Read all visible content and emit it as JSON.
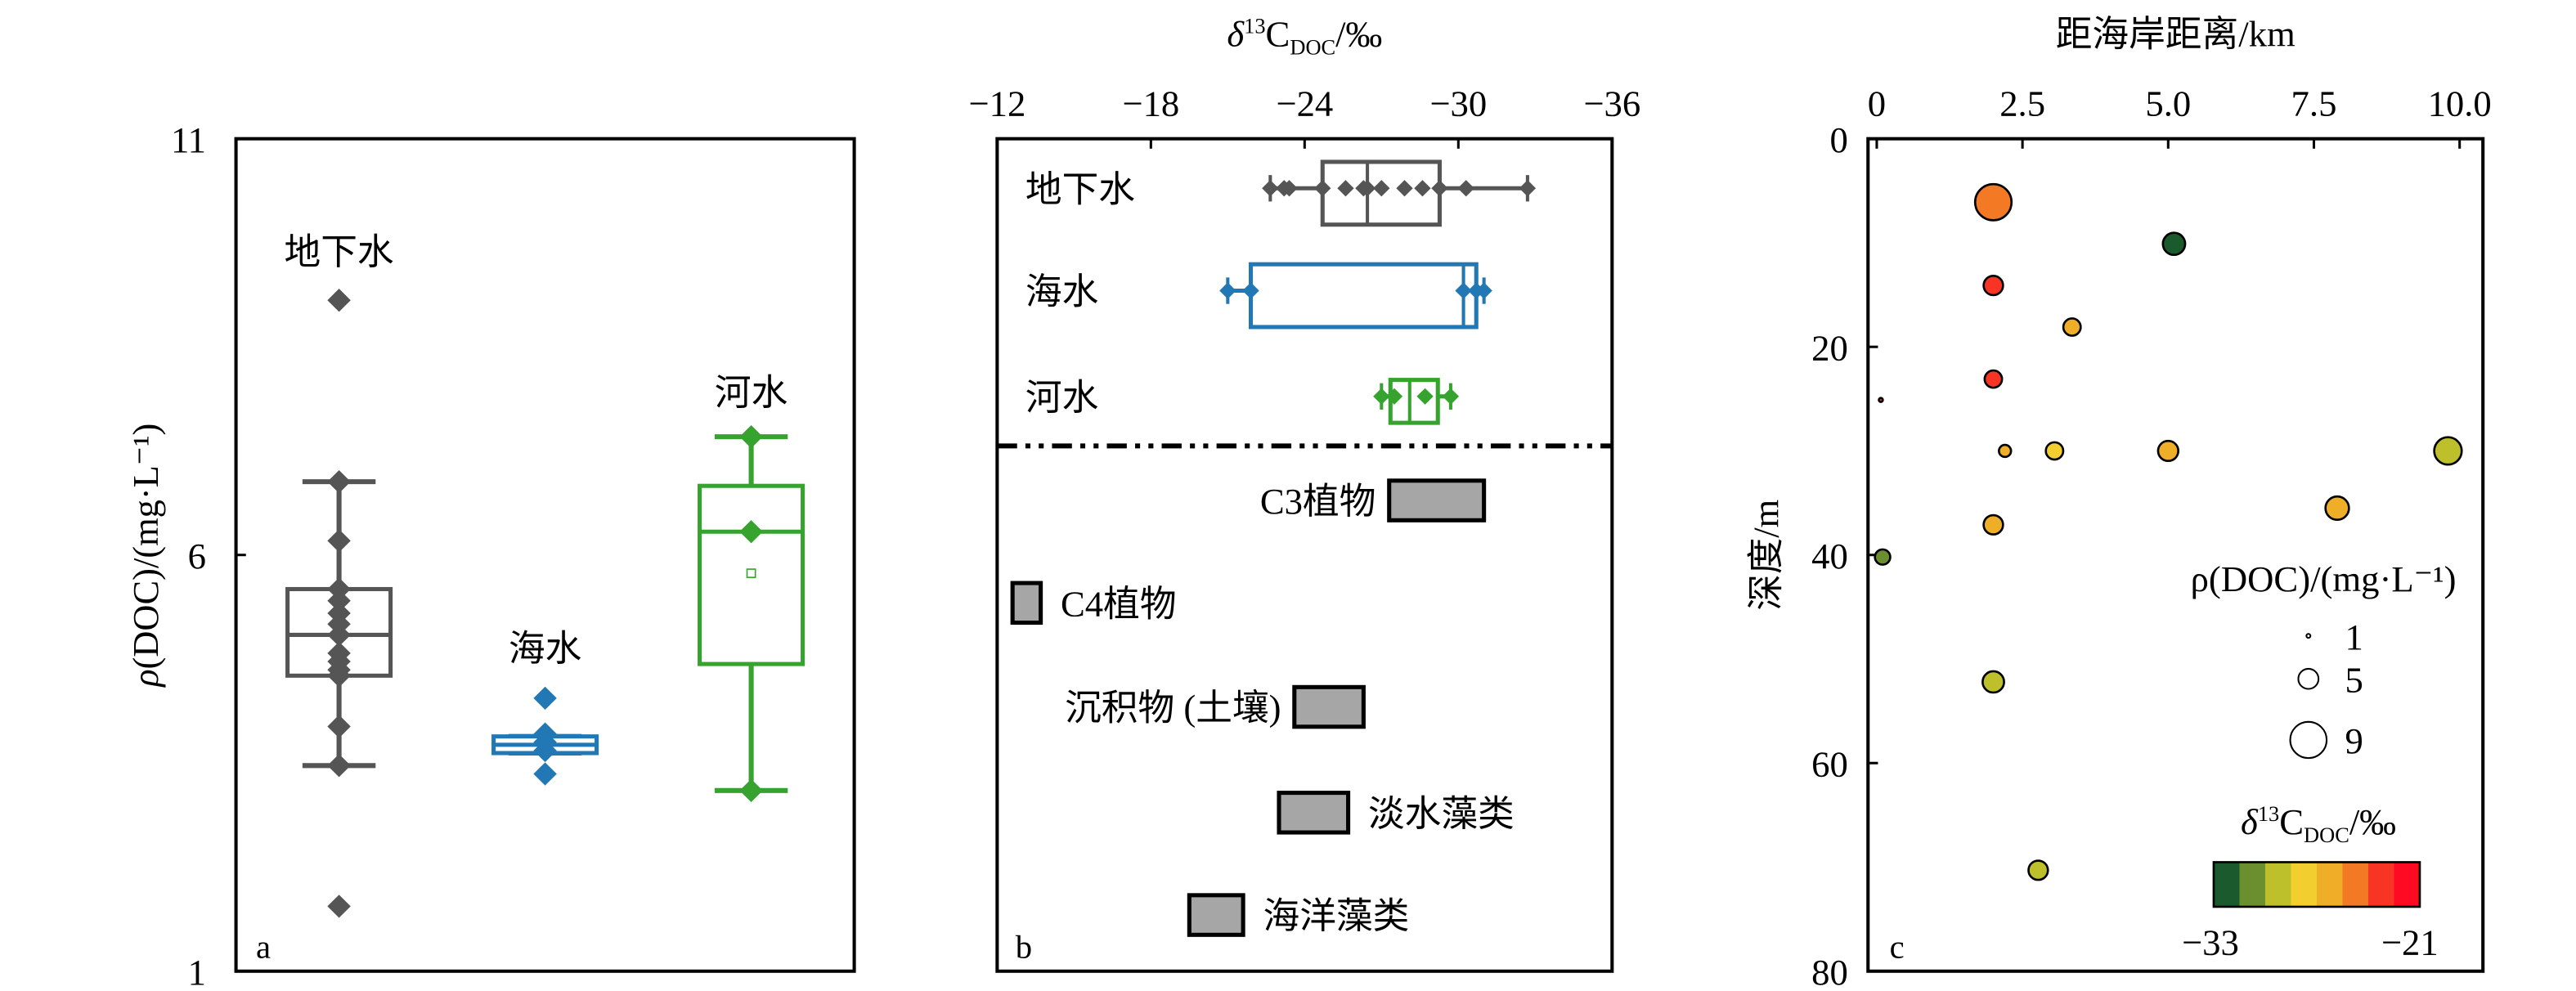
{
  "figure": {
    "panel_letters": [
      "a",
      "b",
      "c"
    ]
  },
  "chart_data": [
    {
      "type": "box",
      "panel": "a",
      "title": "",
      "xlabel": "",
      "ylabel": "ρ(DOC)/(mg·L⁻¹)",
      "ylim": [
        1,
        11
      ],
      "yticks": [
        1,
        6,
        11
      ],
      "ytick_labels": [
        "1",
        "6",
        "11"
      ],
      "groups": [
        {
          "name": "地下水",
          "color": "#555555",
          "whisker_low": 3.47,
          "q1": 4.55,
          "median": 5.04,
          "q3": 5.59,
          "whisker_high": 6.88,
          "points": [
            9.06,
            6.88,
            6.17,
            5.59,
            5.45,
            5.3,
            5.17,
            5.04,
            4.82,
            4.72,
            4.62,
            4.55,
            3.94,
            3.47,
            1.78
          ]
        },
        {
          "name": "海水",
          "color": "#2178B4",
          "whisker_low": 3.62,
          "q1": 3.62,
          "median": 3.72,
          "q3": 3.82,
          "whisker_high": 3.82,
          "points": [
            4.28,
            3.85,
            3.75,
            3.65,
            3.37
          ]
        },
        {
          "name": "河水",
          "color": "#36A32E",
          "whisker_low": 3.17,
          "q1": 4.69,
          "median": 6.28,
          "q3": 6.83,
          "whisker_high": 7.42,
          "mean": 5.78,
          "points": [
            7.42,
            6.28,
            3.17
          ]
        }
      ]
    },
    {
      "type": "box",
      "panel": "b",
      "orientation": "horizontal",
      "xlabel": "δ13C_DOC/‰",
      "xlim": [
        -12,
        -36
      ],
      "xticks": [
        -12,
        -18,
        -24,
        -30,
        -36
      ],
      "xtick_labels": [
        "−12",
        "−18",
        "−24",
        "−30",
        "−36"
      ],
      "groups": [
        {
          "name": "地下水",
          "color": "#555555",
          "whisker_low": -22.66,
          "q1": -24.7,
          "median": -26.45,
          "q3": -29.27,
          "whisker_high": -32.7,
          "points": [
            -22.66,
            -23.2,
            -23.4,
            -24.7,
            -25.6,
            -26.3,
            -26.45,
            -27.0,
            -27.9,
            -28.6,
            -29.27,
            -30.3,
            -32.7
          ]
        },
        {
          "name": "海水",
          "color": "#2178B4",
          "whisker_low": -21.0,
          "q1": -21.9,
          "median": -30.2,
          "q3": -30.7,
          "whisker_high": -31.0,
          "points": [
            -21.0,
            -21.9,
            -30.2,
            -30.7,
            -31.0
          ]
        },
        {
          "name": "河水",
          "color": "#36A32E",
          "whisker_low": -27.0,
          "q1": -27.35,
          "median": -28.1,
          "q3": -29.2,
          "whisker_high": -29.7,
          "points": [
            -27.0,
            -27.5,
            -28.7,
            -29.7
          ]
        }
      ],
      "source_ranges": [
        {
          "name": "C3植物",
          "min": -27.3,
          "max": -31.0,
          "label_side": "left"
        },
        {
          "name": "C4植物",
          "min": -12.6,
          "max": -13.7,
          "label_side": "right"
        },
        {
          "name": "沉积物 (土壤)",
          "min": -23.6,
          "max": -26.3,
          "label_side": "left"
        },
        {
          "name": "淡水藻类",
          "min": -23.0,
          "max": -25.7,
          "label_side": "right"
        },
        {
          "name": "海洋藻类",
          "min": -19.5,
          "max": -21.6,
          "label_side": "right"
        }
      ],
      "source_fill": "#A6A6A6"
    },
    {
      "type": "scatter",
      "panel": "c",
      "xlabel": "距海岸距离/km",
      "ylabel": "深度/m",
      "xlim": [
        -0.15,
        10.4
      ],
      "ylim": [
        0,
        80
      ],
      "xticks": [
        0,
        2.5,
        5.0,
        7.5,
        10.0
      ],
      "xtick_labels": [
        "0",
        "2.5",
        "5.0",
        "7.5",
        "10.0"
      ],
      "yticks": [
        0,
        20,
        40,
        60,
        80
      ],
      "ytick_labels": [
        "0",
        "20",
        "40",
        "60",
        "80"
      ],
      "size_legend": {
        "title": "ρ(DOC)/(mg·L⁻¹)",
        "values": [
          1,
          5,
          9
        ],
        "labels": [
          "1",
          "5",
          "9"
        ]
      },
      "color_legend": {
        "title": "δ13C_DOC/‰",
        "min": -33,
        "max": -21,
        "min_label": "−33",
        "max_label": "−21",
        "colors": [
          "#1A5A2C",
          "#6B8E2E",
          "#BDBF2B",
          "#F2CF2E",
          "#EEAE27",
          "#F47924",
          "#F83424",
          "#FF0A22"
        ]
      },
      "points": [
        {
          "x": 2.0,
          "y": 6.1,
          "doc": 9.0,
          "d13c": -24.8
        },
        {
          "x": 5.1,
          "y": 10.1,
          "doc": 5.5,
          "d13c": -32.2
        },
        {
          "x": 2.0,
          "y": 14.1,
          "doc": 4.8,
          "d13c": -23.2
        },
        {
          "x": 3.35,
          "y": 18.1,
          "doc": 4.3,
          "d13c": -26.2
        },
        {
          "x": 2.0,
          "y": 23.1,
          "doc": 4.3,
          "d13c": -23.2
        },
        {
          "x": 0.07,
          "y": 25.1,
          "doc": 1.0,
          "d13c": -23.2
        },
        {
          "x": 2.2,
          "y": 30.0,
          "doc": 3.0,
          "d13c": -26.2
        },
        {
          "x": 3.05,
          "y": 30.0,
          "doc": 4.3,
          "d13c": -27.7
        },
        {
          "x": 5.0,
          "y": 30.0,
          "doc": 5.0,
          "d13c": -26.2
        },
        {
          "x": 9.8,
          "y": 30.0,
          "doc": 6.8,
          "d13c": -29.2
        },
        {
          "x": 7.9,
          "y": 35.5,
          "doc": 5.8,
          "d13c": -26.2
        },
        {
          "x": 2.0,
          "y": 37.1,
          "doc": 4.8,
          "d13c": -26.2
        },
        {
          "x": 0.1,
          "y": 40.2,
          "doc": 3.8,
          "d13c": -30.7
        },
        {
          "x": 2.0,
          "y": 52.2,
          "doc": 5.3,
          "d13c": -29.2
        },
        {
          "x": 2.77,
          "y": 70.3,
          "doc": 4.8,
          "d13c": -29.2
        }
      ]
    }
  ]
}
